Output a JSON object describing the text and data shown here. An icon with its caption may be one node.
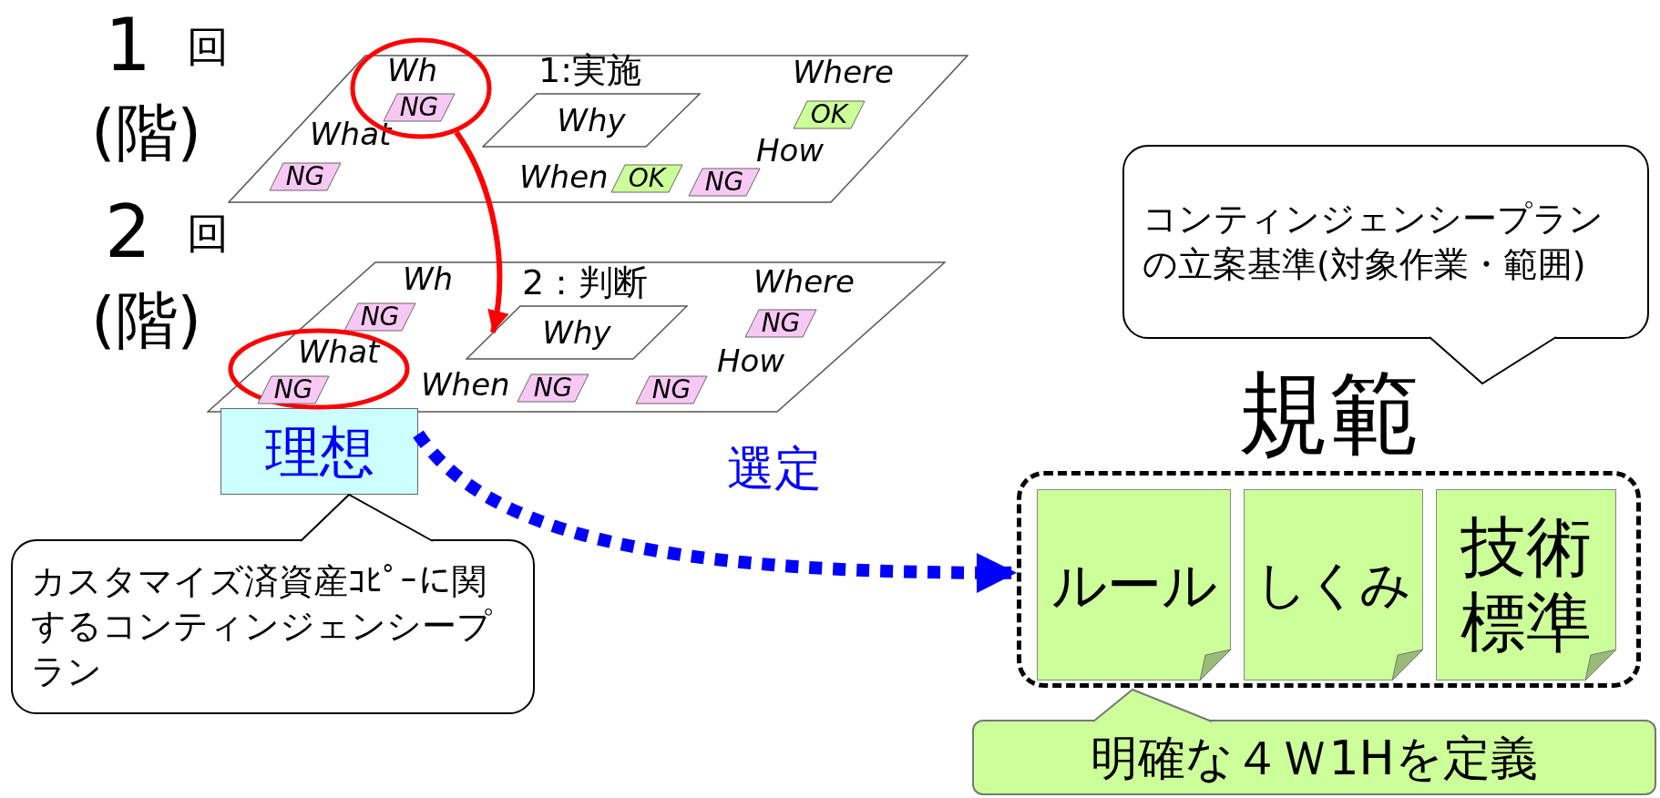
{
  "diagram": {
    "nodes": [
      {
        "text": [
          "What",
          "When",
          "Where",
          "How"
        ]
      },
      {
        "text": [
          "Wh"
        ]
      },
      {
        "text": [
          "NG"
        ],
        "in": 1
      },
      {
        "text": [
          "1:実施",
          "Why"
        ],
        "in": 0
      },
      {
        "text": [
          "NG"
        ],
        "in": 0
      },
      {
        "text": [
          "OK"
        ],
        "in": 0
      },
      {
        "text": [
          "OK"
        ],
        "in": 0
      },
      {
        "text": [
          "NG"
        ],
        "in": 0
      },
      {
        "text": [
          "Wh",
          "When",
          "Where",
          "How"
        ]
      },
      {
        "text": [
          "2：判断",
          "Why"
        ],
        "in": 8
      },
      {
        "text": [
          "NG"
        ],
        "in": 8
      },
      {
        "text": [
          "What"
        ],
        "in": 8
      },
      {
        "text": [
          "NG"
        ],
        "in": 11
      },
      {
        "text": [
          "NG"
        ],
        "in": 8
      },
      {
        "text": [
          "NG"
        ],
        "in": 8
      },
      {
        "text": [
          "NG"
        ],
        "in": 8
      },
      {
        "text": [
          "理想"
        ]
      },
      {
        "text": [
          "カスタマイズ済資産ｺﾋﾟｰに関するコンティンジェンシープラン"
        ]
      },
      {
        "text": [
          "コンティンジェンシープランの立案基準(対象作業・範囲)"
        ]
      },
      {
        "text": [
          "規範"
        ]
      },
      {
        "text": [
          "ルール"
        ],
        "in": 19
      },
      {
        "text": [
          "しくみ"
        ],
        "in": 19
      },
      {
        "text": [
          "技術標準"
        ],
        "in": 19
      },
      {
        "text": [
          "明確な４Ｗ1Hを定義"
        ]
      }
    ],
    "edges": [
      {
        "from": 1,
        "to": 9,
        "arrow": "to",
        "color": "#ff0000"
      },
      {
        "from": 16,
        "to": 19,
        "arrow": "to",
        "label": "選定",
        "style": "dashed",
        "color": "#0000ff"
      }
    ],
    "labels": [
      "1",
      "回",
      "(階)",
      "2",
      "回",
      "(階)"
    ]
  }
}
